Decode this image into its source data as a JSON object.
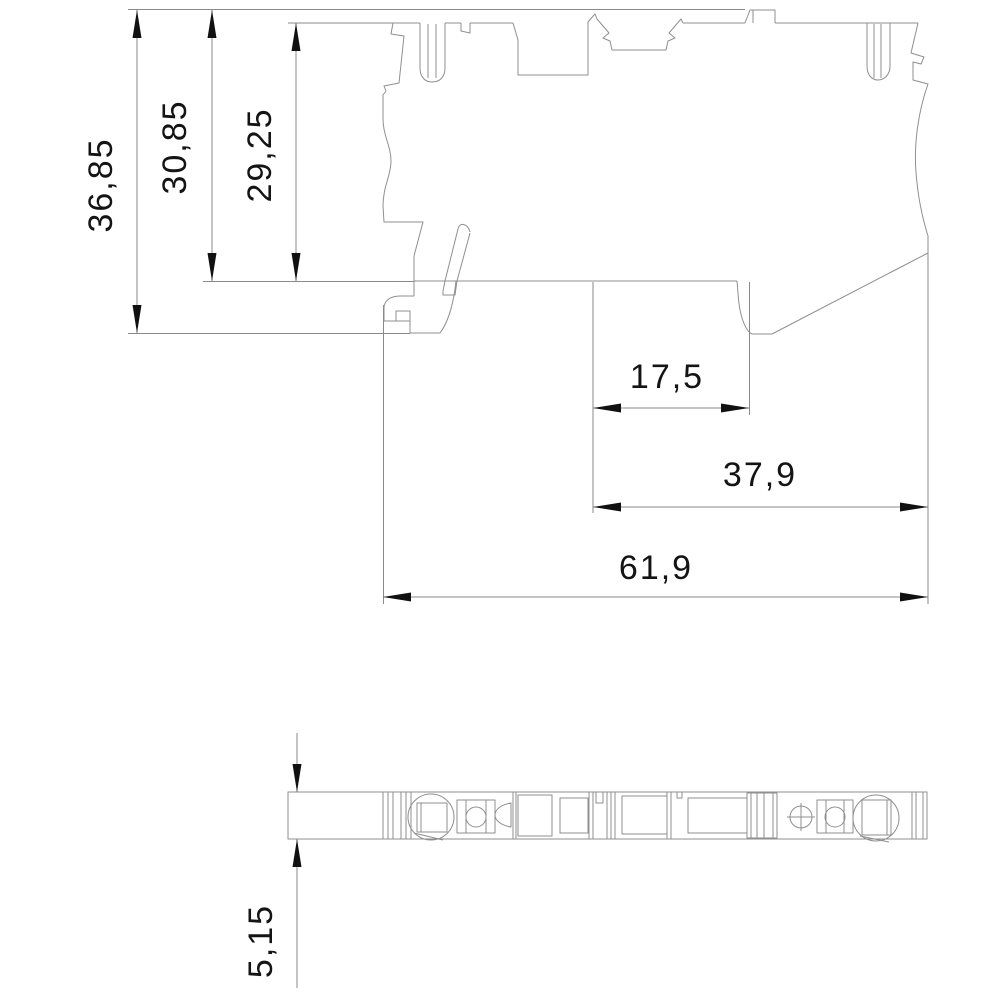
{
  "drawing": {
    "kind": "technical-dimension-drawing",
    "background_color": "#ffffff",
    "line_color": "#8f8f8f",
    "text_color": "#141414",
    "views": [
      {
        "id": "side-profile-view",
        "label": "side profile outline"
      },
      {
        "id": "plan-strip-view",
        "label": "plan view strip"
      }
    ],
    "dimensions": {
      "vertical": [
        {
          "id": "total-height",
          "value": "36,85"
        },
        {
          "id": "body-height",
          "value": "30,85"
        },
        {
          "id": "upper-height",
          "value": "29,25"
        }
      ],
      "horizontal": [
        {
          "id": "width-small",
          "value": "17,5"
        },
        {
          "id": "width-mid",
          "value": "37,9"
        },
        {
          "id": "width-total",
          "value": "61,9"
        }
      ],
      "strip": [
        {
          "id": "strip-depth",
          "value": "5,15"
        }
      ]
    }
  }
}
